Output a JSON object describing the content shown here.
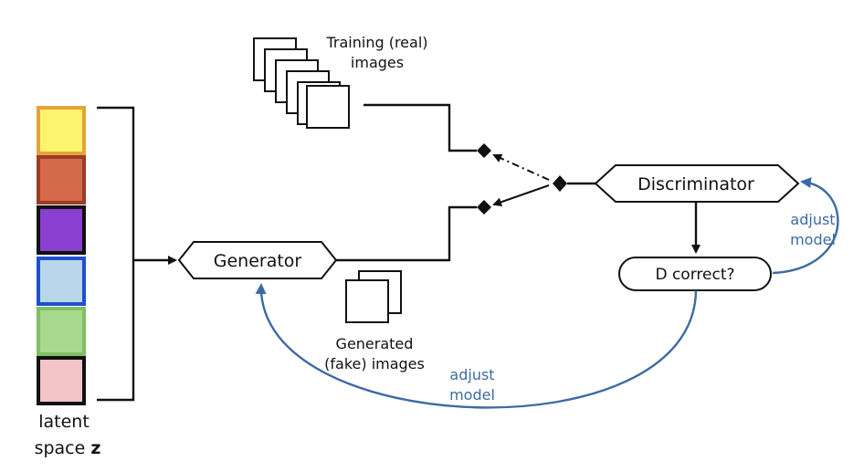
{
  "diagram": {
    "training_label": [
      "Training (real)",
      "images"
    ],
    "generated_label": [
      "Generated",
      "(fake) images"
    ],
    "latent_label_prefix": "latent",
    "latent_label_line2": "space",
    "latent_label_symbol": "z",
    "generator_label": "Generator",
    "discriminator_label": "Discriminator",
    "decision_label": "D correct?",
    "adjust_right": [
      "adjust",
      "model"
    ],
    "adjust_bottom": [
      "adjust",
      "model"
    ],
    "latent_cells": [
      {
        "fill": "#fdf56d",
        "border": "#e6a23c"
      },
      {
        "fill": "#d46a4a",
        "border": "#9a3c26"
      },
      {
        "fill": "#8a3fd1",
        "border": "#111111"
      },
      {
        "fill": "#b9d7e8",
        "border": "#1f4fd1"
      },
      {
        "fill": "#a8d98c",
        "border": "#7fbf63"
      },
      {
        "fill": "#f3c4c8",
        "border": "#111111"
      }
    ],
    "colors": {
      "accent": "#3d6aa3",
      "ink": "#111111"
    }
  }
}
